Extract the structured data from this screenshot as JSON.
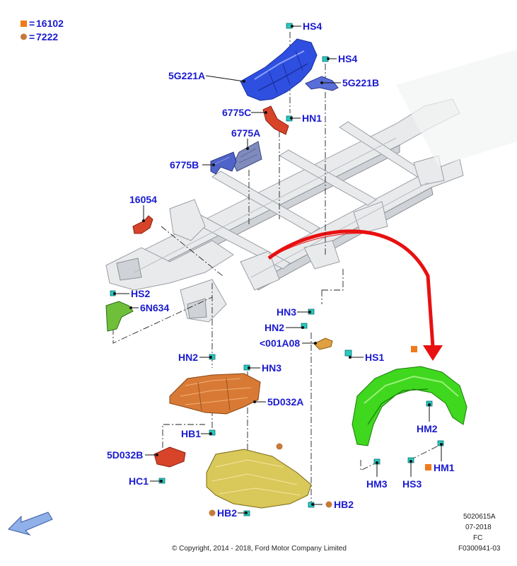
{
  "legend": {
    "square_value": "16102",
    "circle_value": "7222",
    "equals": "=",
    "square_color": "#f07a1a",
    "circle_color": "#c57a3a"
  },
  "callouts": {
    "hs4_top": "HS4",
    "hs4_mid": "HS4",
    "g221a": "5G221A",
    "g221b": "5G221B",
    "c6775": "6775C",
    "hn1": "HN1",
    "a6775": "6775A",
    "b6775": "6775B",
    "p16054": "16054",
    "hs2": "HS2",
    "n634": "6N634",
    "hn3_a": "HN3",
    "hn2_a": "HN2",
    "a001": "<001A08",
    "hs1": "HS1",
    "hn2_b": "HN2",
    "hn3_b": "HN3",
    "d032a": "5D032A",
    "hb1": "HB1",
    "d032b": "5D032B",
    "hc1": "HC1",
    "hb2_a": "HB2",
    "hb2_b": "HB2",
    "hm2": "HM2",
    "hm1": "HM1",
    "hm3": "HM3",
    "hs3": "HS3"
  },
  "footer": {
    "copyright": "© Copyright, 2014 - 2018, Ford Motor Company Limited",
    "code1": "5020615A",
    "date": "07-2018",
    "fc": "FC",
    "code2": "F0300941-03"
  },
  "colors": {
    "callout_text": "#1a1ad0",
    "heat_shield_blue": "#2f4fe0",
    "splash_red": "#d8442a",
    "skid_orange": "#d87a35",
    "skid_yellow": "#d9c85a",
    "wheel_liner_green": "#3fd81e",
    "bracket_green": "#6fbf3a",
    "arrow_red": "#e81010",
    "nav_arrow": "#8fb0e8"
  },
  "icons": {
    "view_arrow": "back-arrow-icon"
  }
}
